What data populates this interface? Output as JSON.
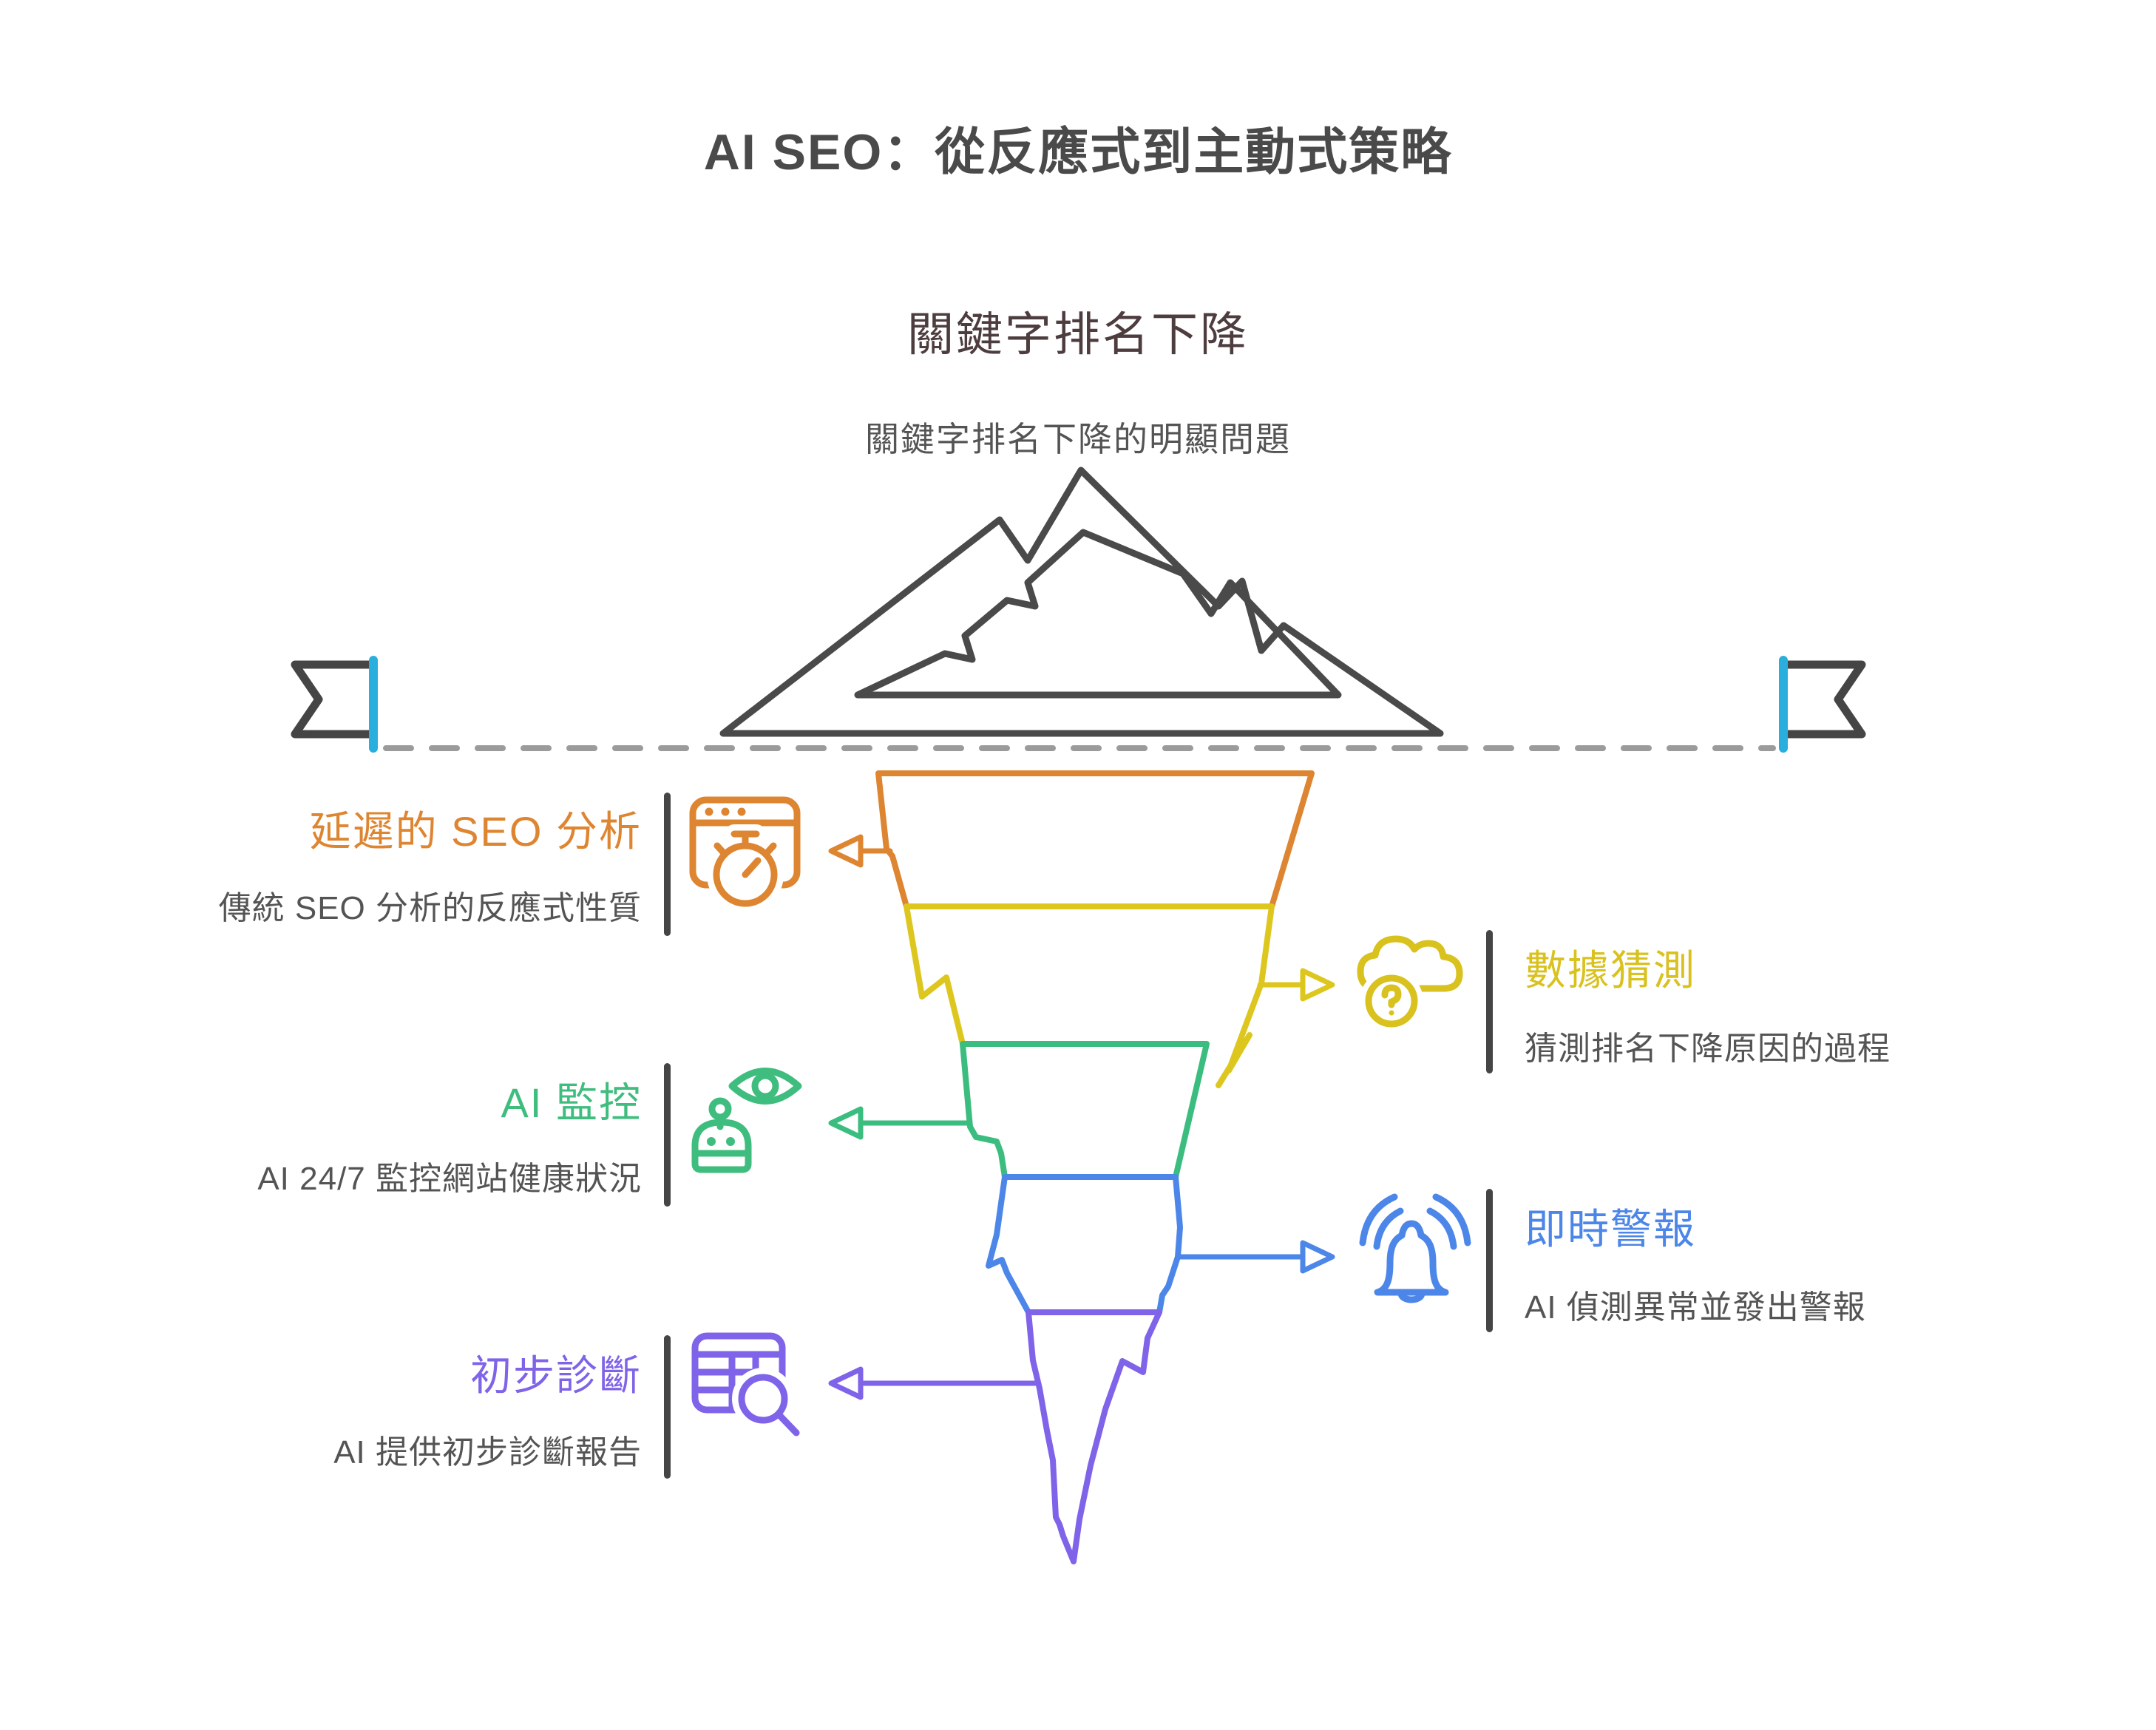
{
  "header": {
    "title": "AI SEO：從反應式到主動式策略"
  },
  "stage": {
    "title": "關鍵字排名下降",
    "subtitle": "關鍵字排名下降的明顯問題",
    "icon": "mountain-icon"
  },
  "waterline": {
    "style": "dashed",
    "color": "#9b9b9b",
    "flag_left_icon": "flag-icon",
    "flag_right_icon": "flag-icon",
    "flag_pole_color": "#2aaede",
    "flag_outline_color": "#454545"
  },
  "funnel": {
    "shape": "inverted-iceberg-funnel",
    "levels": [
      {
        "id": "delayed-seo-analysis",
        "side": "left",
        "color": "#de8531",
        "title": "延遲的 SEO 分析",
        "description": "傳統 SEO 分析的反應式性質",
        "icon": "browser-stopwatch-icon"
      },
      {
        "id": "data-guessing",
        "side": "right",
        "color": "#d9c11e",
        "title": "數據猜測",
        "description": "猜測排名下降原因的過程",
        "icon": "cloud-question-icon"
      },
      {
        "id": "ai-monitoring",
        "side": "left",
        "color": "#3fbd7e",
        "title": "AI 監控",
        "description": "AI 24/7 監控網站健康狀況",
        "icon": "robot-eye-icon"
      },
      {
        "id": "instant-alerts",
        "side": "right",
        "color": "#4c86e8",
        "title": "即時警報",
        "description": "AI 偵測異常並發出警報",
        "icon": "bell-alert-icon"
      },
      {
        "id": "preliminary-diagnosis",
        "side": "left",
        "color": "#7f63e9",
        "title": "初步診斷",
        "description": "AI 提供初步診斷報告",
        "icon": "table-search-icon"
      }
    ]
  },
  "colors": {
    "title_text": "#4a4a4a",
    "stage_title_text": "#4e3d3e",
    "body_text": "#545454",
    "divider": "#454545",
    "waterline": "#9b9b9b",
    "mountain_outline": "#4a4a4a",
    "funnel_orange": "#de8531",
    "funnel_yellow": "#ddc71f",
    "funnel_green": "#3cbd80",
    "funnel_blue": "#4c86e8",
    "funnel_purple": "#7f63e9",
    "flag_pole": "#2aaede",
    "background": "#ffffff"
  }
}
